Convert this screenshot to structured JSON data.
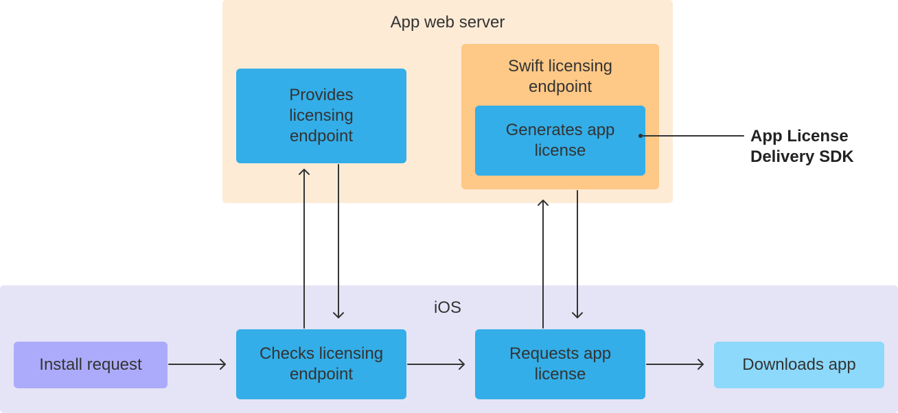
{
  "regions": {
    "server_title": "App web server",
    "ios_title": "iOS",
    "swift_title": "Swift licensing\nendpoint"
  },
  "boxes": {
    "provides": "Provides\nlicensing\nendpoint",
    "generates": "Generates app\nlicense",
    "install": "Install request",
    "checks": "Checks licensing\nendpoint",
    "requests": "Requests app\nlicense",
    "downloads": "Downloads app"
  },
  "callout": {
    "sdk": "App License\nDelivery SDK"
  },
  "colors": {
    "server_bg": "#fdebd6",
    "ios_bg": "#e5e4f6",
    "swift_bg": "#fec886",
    "step_blue": "#33aee8",
    "install_purple": "#acabfb",
    "downloads_lightblue": "#8dd9fb"
  }
}
